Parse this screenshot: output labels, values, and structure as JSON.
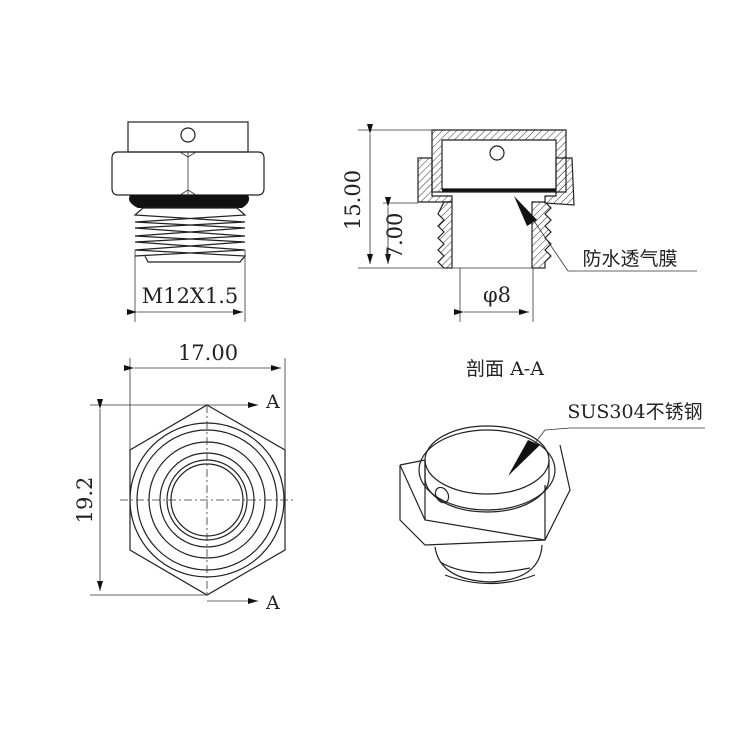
{
  "front_view": {
    "thread_label": "M12X1.5"
  },
  "section_view": {
    "height_label": "15.00",
    "thread_length_label": "7.00",
    "bore_label": "φ8",
    "membrane_label": "防水透气膜"
  },
  "top_view": {
    "width_label": "17.00",
    "height_label": "19.2",
    "section_mark_top": "A",
    "section_mark_bottom": "A"
  },
  "iso_view": {
    "section_title": "剖面 A-A",
    "material_label": "SUS304不锈钢"
  }
}
